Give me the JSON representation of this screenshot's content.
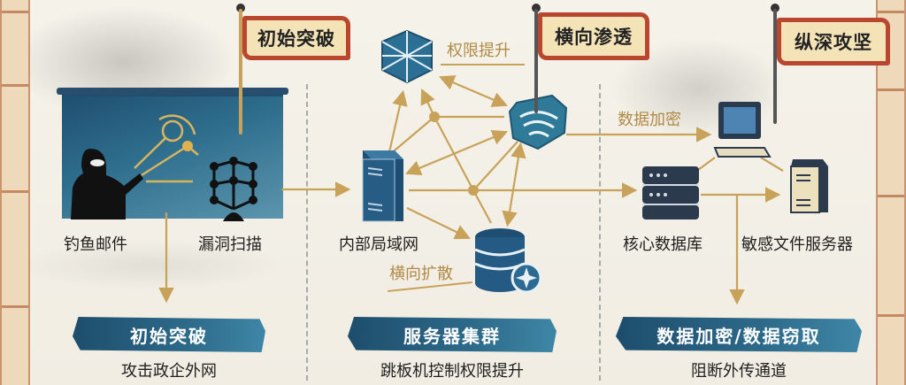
{
  "stages": [
    {
      "flag": "初始突破",
      "ribbon": "初始突破",
      "subtitle": "攻击政企外网"
    },
    {
      "flag": "横向渗透",
      "ribbon": "服务器集群",
      "subtitle": "跳板机控制权限提升"
    },
    {
      "flag": "纵深攻坚",
      "ribbon": "数据加密/数据窃取",
      "subtitle": "阻断外传通道"
    }
  ],
  "nodes": {
    "phishing": "钓鱼邮件",
    "vuln_scan": "漏洞扫描",
    "lan": "内部局域网",
    "core_db": "核心数据库",
    "sensitive_fs": "敏感文件服务器"
  },
  "edge_labels": {
    "privilege_escalation": "权限提升",
    "lateral_spread": "横向扩散",
    "data_encryption": "数据加密"
  },
  "icons": {
    "hacker": "hooded-hacker-icon",
    "network": "network-molecule-icon",
    "firewall": "cube-mesh-icon",
    "wifi": "wifi-shield-icon",
    "server": "server-tower-icon",
    "database": "database-icon",
    "workstation": "desktop-computer-icon",
    "rack": "server-rack-icon"
  },
  "colors": {
    "gold": "#c9a25a",
    "navy": "#1e4d6c",
    "flag_red": "#b9462e",
    "paper": "#f3efe6"
  }
}
